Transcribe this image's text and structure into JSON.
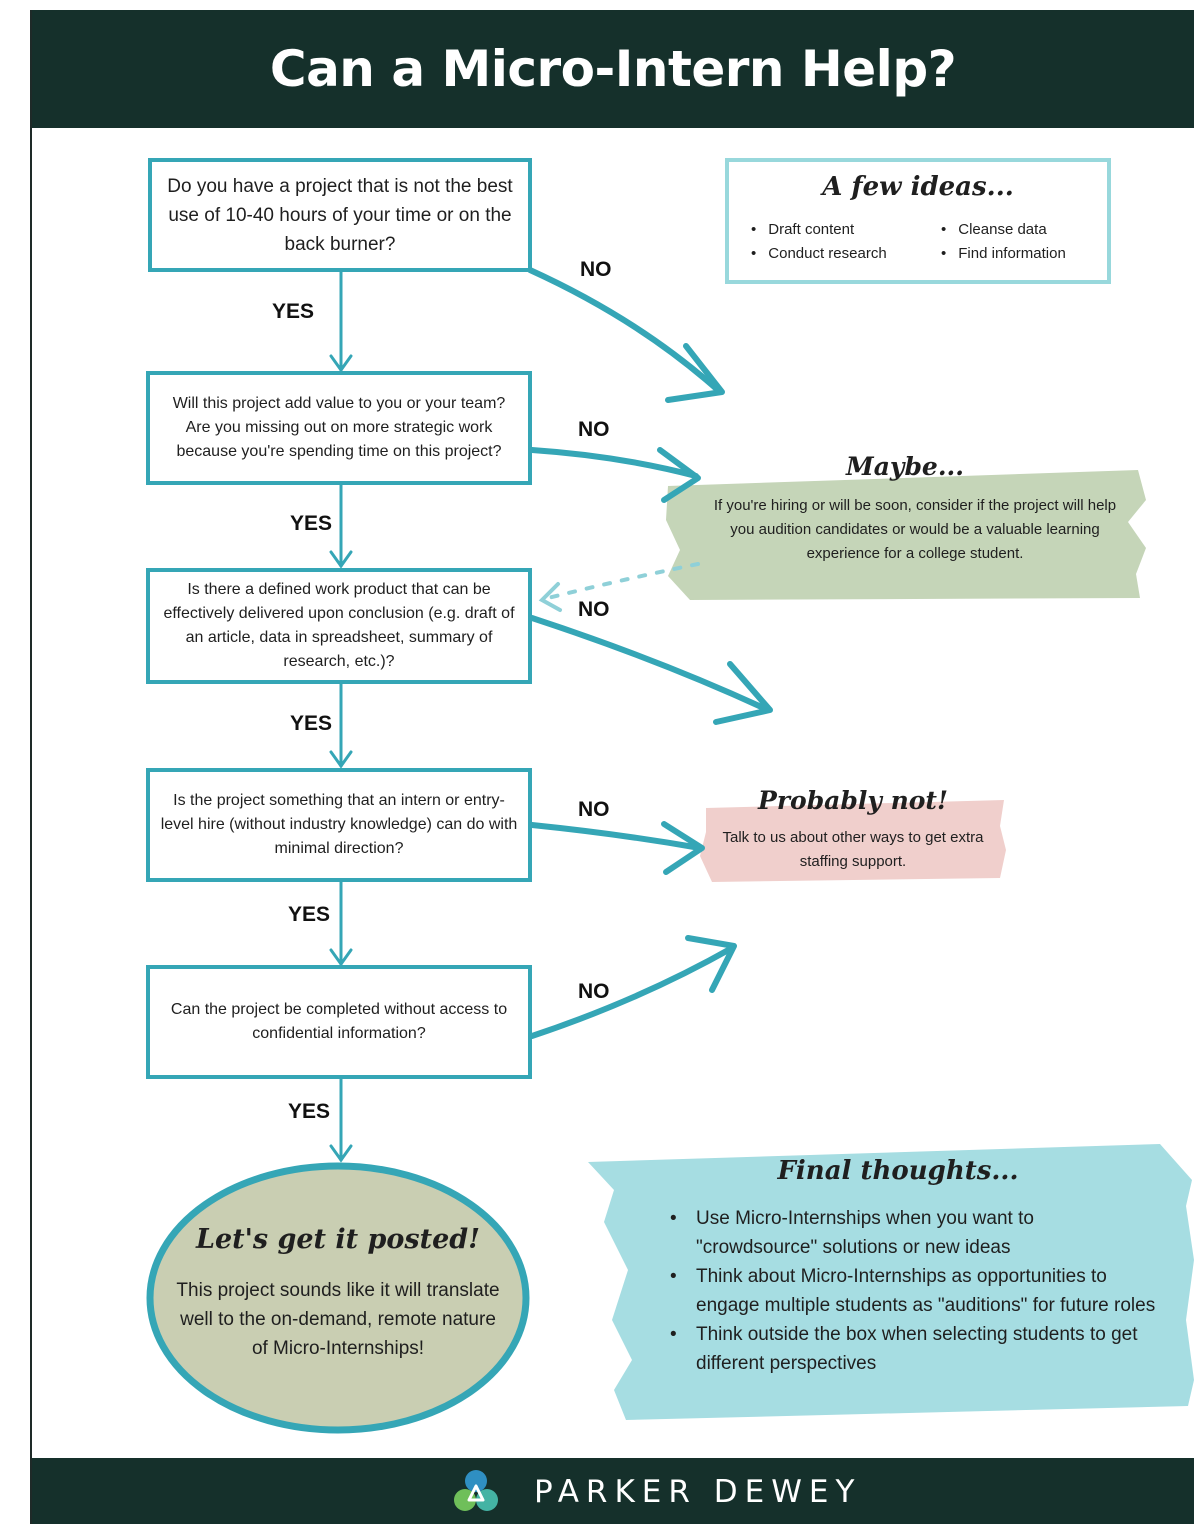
{
  "header": {
    "title": "Can a Micro-Intern Help?"
  },
  "questions": [
    "Do you have a project that is not the best use of 10-40 hours of your time or on the back burner?",
    "Will this project add value to you or your team? Are you missing out on more strategic work because you're spending time on this project?",
    "Is there a defined work product that can be effectively delivered upon conclusion (e.g. draft of an article, data in spreadsheet, summary of research, etc.)?",
    "Is the project something that an intern or entry-level hire (without industry knowledge) can do with minimal direction?",
    "Can the project be completed without access to confidential information?"
  ],
  "labels": {
    "yes": "YES",
    "no": "NO"
  },
  "ideas": {
    "title": "A few ideas...",
    "col1": [
      "Draft content",
      "Conduct research"
    ],
    "col2": [
      "Cleanse data",
      "Find information"
    ]
  },
  "maybe": {
    "title": "Maybe...",
    "text": "If you're hiring or will be soon, consider if the project will help you audition candidates or would be a valuable learning experience for a college student."
  },
  "probably_not": {
    "title": "Probably not!",
    "text": "Talk to us about other ways to get extra staffing support."
  },
  "outcome": {
    "title": "Let's get it posted!",
    "text": "This project sounds like it will translate well to the on-demand, remote nature of Micro-Internships!"
  },
  "final_thoughts": {
    "title": "Final thoughts...",
    "items": [
      "Use Micro-Internships when you want to \"crowdsource\" solutions or new ideas",
      "Think about Micro-Internships as opportunities to engage multiple students as \"auditions\" for future roles",
      "Think outside the box when selecting students to get different perspectives"
    ]
  },
  "footer": {
    "brand": "PARKER DEWEY"
  },
  "colors": {
    "header_bg": "#15302b",
    "box_border": "#35a6b6",
    "ideas_border": "#98d8dc",
    "maybe_fill": "#c5d5b8",
    "probably_fill": "#f0cfcc",
    "final_fill": "#a6dde2",
    "oval_fill": "#c9ceb2"
  }
}
